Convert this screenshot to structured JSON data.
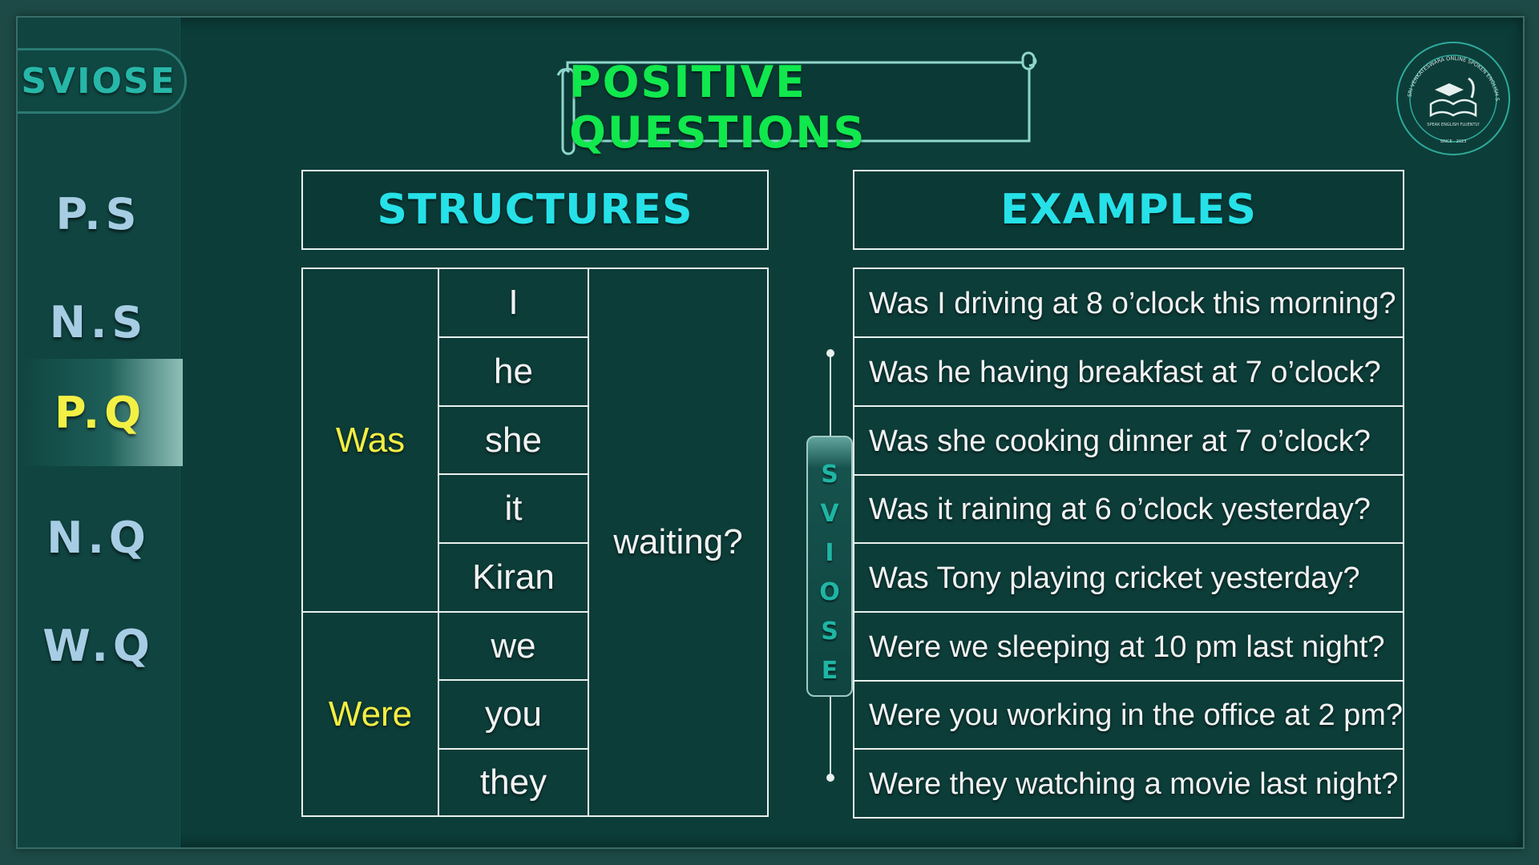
{
  "brand": "SVIOSE",
  "nav": [
    {
      "label": "P.S",
      "active": false
    },
    {
      "label": "N.S",
      "active": false
    },
    {
      "label": "P.Q",
      "active": true
    },
    {
      "label": "N.Q",
      "active": false
    },
    {
      "label": "W.Q",
      "active": false
    }
  ],
  "title": "POSITIVE QUESTIONS",
  "logo": {
    "ring_text": "SRI VENKATESWARA ONLINE SPOKEN ENGLISH SCHOOL",
    "tagline": "SPEAK ENGLISH FLUENTLY",
    "since": "SINCE - 2023"
  },
  "structures": {
    "header": "STRUCTURES",
    "groups": [
      {
        "aux": "Was",
        "subjects": [
          "I",
          "he",
          "she",
          "it",
          "Kiran"
        ]
      },
      {
        "aux": "Were",
        "subjects": [
          "we",
          "you",
          "they"
        ]
      }
    ],
    "verb": "waiting?"
  },
  "examples": {
    "header": "EXAMPLES",
    "items": [
      "Was I driving at 8 o’clock this morning?",
      "Was he having breakfast at 7 o’clock?",
      "Was she cooking dinner at 7 o’clock?",
      "Was it raining at 6 o’clock yesterday?",
      "Was Tony playing cricket yesterday?",
      "Were we sleeping at 10 pm last night?",
      "Were you working in the office at 2 pm?",
      "Were they watching a movie last night?"
    ]
  },
  "divider_letters": [
    "S",
    "V",
    "I",
    "O",
    "S",
    "E"
  ],
  "colors": {
    "background": "#0c3d39",
    "title": "#10e84d",
    "header": "#26e1e8",
    "aux": "#f3ee43",
    "active_nav": "#f3f045",
    "nav": "#a7cde4"
  }
}
